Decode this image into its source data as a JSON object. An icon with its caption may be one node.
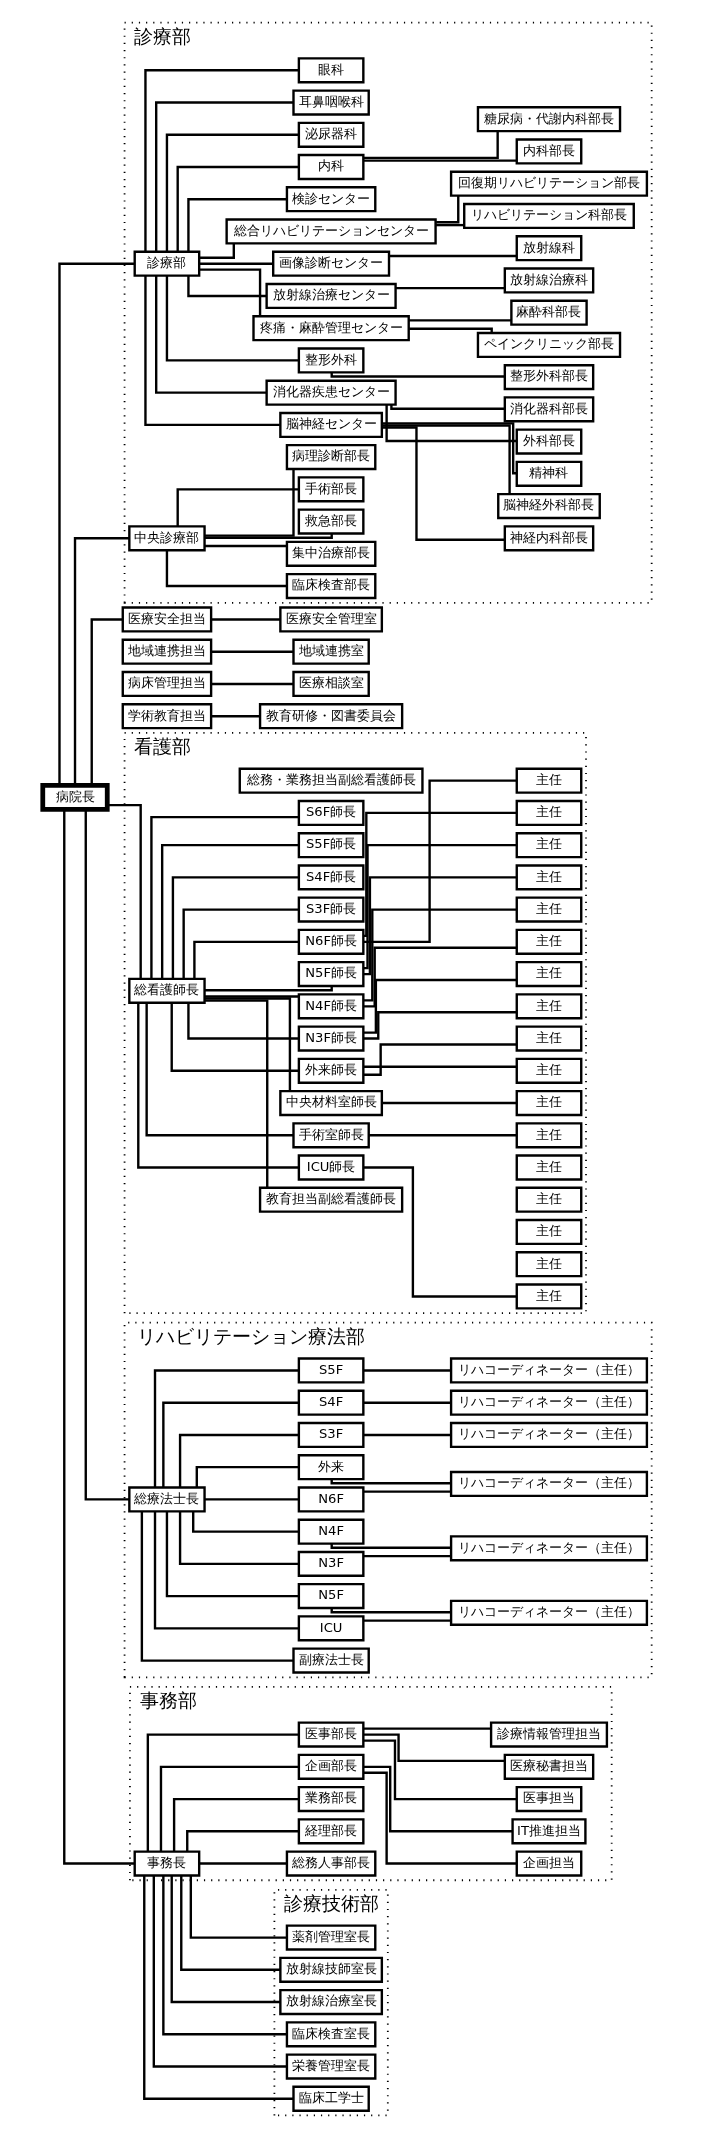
{
  "diagram": {
    "nodes": [
      {
        "text": [
          "病院長"
        ]
      },
      {
        "text": [
          "医療安全担当"
        ]
      },
      {
        "text": [
          "地域連携担当"
        ]
      },
      {
        "text": [
          "病床管理担当"
        ]
      },
      {
        "text": [
          "学術教育担当"
        ]
      },
      {
        "text": [
          "医療安全管理室"
        ]
      },
      {
        "text": [
          "地域連携室"
        ]
      },
      {
        "text": [
          "医療相談室"
        ]
      },
      {
        "text": [
          "教育研修・図書委員会"
        ]
      },
      {
        "text": [
          "診療部"
        ]
      },
      {
        "text": [
          "診療部"
        ],
        "in": 9
      },
      {
        "text": [
          "脳神経センター"
        ],
        "in": 9
      },
      {
        "text": [
          "神経内科部長"
        ],
        "in": 9
      },
      {
        "text": [
          "脳神経外科部長"
        ],
        "in": 9
      },
      {
        "text": [
          "精神科"
        ],
        "in": 9
      },
      {
        "text": [
          "消化器疾患センター"
        ],
        "in": 9
      },
      {
        "text": [
          "外科部長"
        ],
        "in": 9
      },
      {
        "text": [
          "消化器科部長"
        ],
        "in": 9
      },
      {
        "text": [
          "整形外科"
        ],
        "in": 9
      },
      {
        "text": [
          "整形外科部長"
        ],
        "in": 9
      },
      {
        "text": [
          "疼痛・麻酔管理センター"
        ],
        "in": 9
      },
      {
        "text": [
          "ペインクリニック部長"
        ],
        "in": 9
      },
      {
        "text": [
          "麻酔科部長"
        ],
        "in": 9
      },
      {
        "text": [
          "放射線治療センター"
        ],
        "in": 9
      },
      {
        "text": [
          "放射線治療科"
        ],
        "in": 9
      },
      {
        "text": [
          "画像診断センター"
        ],
        "in": 9
      },
      {
        "text": [
          "放射線科"
        ],
        "in": 9
      },
      {
        "text": [
          "総合リハビリテーションセンター"
        ],
        "in": 9
      },
      {
        "text": [
          "リハビリテーション科部長"
        ],
        "in": 9
      },
      {
        "text": [
          "検診センター"
        ],
        "in": 9
      },
      {
        "text": [
          "回復期リハビリテーション部長"
        ],
        "in": 9
      },
      {
        "text": [
          "内科"
        ],
        "in": 9
      },
      {
        "text": [
          "内科部長"
        ],
        "in": 9
      },
      {
        "text": [
          "糖尿病・代謝内科部長"
        ],
        "in": 9
      },
      {
        "text": [
          "泌尿器科"
        ],
        "in": 9
      },
      {
        "text": [
          "耳鼻咽喉科"
        ],
        "in": 9
      },
      {
        "text": [
          "眼科"
        ],
        "in": 9
      },
      {
        "text": [
          "中央診療部"
        ],
        "in": 9
      },
      {
        "text": [
          "臨床検査部長"
        ],
        "in": 9
      },
      {
        "text": [
          "集中治療部長"
        ],
        "in": 9
      },
      {
        "text": [
          "救急部長"
        ],
        "in": 9
      },
      {
        "text": [
          "手術部長"
        ],
        "in": 9
      },
      {
        "text": [
          "病理診断部長"
        ],
        "in": 9
      },
      {
        "text": [
          "看護部"
        ]
      },
      {
        "text": [
          "総看護師長"
        ],
        "in": 43
      },
      {
        "text": [
          "教育担当副総看護師長"
        ],
        "in": 43
      },
      {
        "text": [
          "総務・業務担当副総看護師長"
        ],
        "in": 43
      },
      {
        "text": [
          "ICU師長"
        ],
        "in": 43
      },
      {
        "text": [
          "主任"
        ],
        "in": 43
      },
      {
        "text": [
          "手術室師長"
        ],
        "in": 43
      },
      {
        "text": [
          "主任"
        ],
        "in": 43
      },
      {
        "text": [
          "中央材料室師長"
        ],
        "in": 43
      },
      {
        "text": [
          "主任"
        ],
        "in": 43
      },
      {
        "text": [
          "外来師長"
        ],
        "in": 43
      },
      {
        "text": [
          "主任"
        ],
        "in": 43
      },
      {
        "text": [
          "主任"
        ],
        "in": 43
      },
      {
        "text": [
          "N3F師長"
        ],
        "in": 43
      },
      {
        "text": [
          "主任"
        ],
        "in": 43
      },
      {
        "text": [
          "主任"
        ],
        "in": 43
      },
      {
        "text": [
          "N4F師長"
        ],
        "in": 43
      },
      {
        "text": [
          "主任"
        ],
        "in": 43
      },
      {
        "text": [
          "主任"
        ],
        "in": 43
      },
      {
        "text": [
          "N5F師長"
        ],
        "in": 43
      },
      {
        "text": [
          "主任"
        ],
        "in": 43
      },
      {
        "text": [
          "主任"
        ],
        "in": 43
      },
      {
        "text": [
          "N6F師長"
        ],
        "in": 43
      },
      {
        "text": [
          "主任"
        ],
        "in": 43
      },
      {
        "text": [
          "主任"
        ],
        "in": 43
      },
      {
        "text": [
          "S3F師長"
        ],
        "in": 43
      },
      {
        "text": [
          "主任"
        ],
        "in": 43
      },
      {
        "text": [
          "S4F師長"
        ],
        "in": 43
      },
      {
        "text": [
          "主任"
        ],
        "in": 43
      },
      {
        "text": [
          "S5F師長"
        ],
        "in": 43
      },
      {
        "text": [
          "主任"
        ],
        "in": 43
      },
      {
        "text": [
          "S6F師長"
        ],
        "in": 43
      },
      {
        "text": [
          "主任"
        ],
        "in": 43
      },
      {
        "text": [
          "リハビリテーション療法部"
        ]
      },
      {
        "text": [
          "総療法士長"
        ],
        "in": 76
      },
      {
        "text": [
          "副療法士長"
        ],
        "in": 76
      },
      {
        "text": [
          "ICU"
        ],
        "in": 76
      },
      {
        "text": [
          "N5F"
        ],
        "in": 76
      },
      {
        "text": [
          "リハコーディネーター（主任）"
        ],
        "in": 76
      },
      {
        "text": [
          "N3F"
        ],
        "in": 76
      },
      {
        "text": [
          "N4F"
        ],
        "in": 76
      },
      {
        "text": [
          "リハコーディネーター（主任）"
        ],
        "in": 76
      },
      {
        "text": [
          "N6F"
        ],
        "in": 76
      },
      {
        "text": [
          "外来"
        ],
        "in": 76
      },
      {
        "text": [
          "リハコーディネーター（主任）"
        ],
        "in": 76
      },
      {
        "text": [
          "S3F"
        ],
        "in": 76
      },
      {
        "text": [
          "リハコーディネーター（主任）"
        ],
        "in": 76
      },
      {
        "text": [
          "S4F"
        ],
        "in": 76
      },
      {
        "text": [
          "リハコーディネーター（主任）"
        ],
        "in": 76
      },
      {
        "text": [
          "S5F"
        ],
        "in": 76
      },
      {
        "text": [
          "リハコーディネーター（主任）"
        ],
        "in": 76
      },
      {
        "text": [
          "診療技術部"
        ]
      },
      {
        "text": [
          "薬剤管理室長"
        ],
        "in": 94
      },
      {
        "text": [
          "放射線技師室長"
        ],
        "in": 94
      },
      {
        "text": [
          "放射線治療室長"
        ],
        "in": 94
      },
      {
        "text": [
          "臨床検査室長"
        ],
        "in": 94
      },
      {
        "text": [
          "栄養管理室長"
        ],
        "in": 94
      },
      {
        "text": [
          "臨床工学士"
        ],
        "in": 94
      },
      {
        "text": [
          "事務部"
        ]
      },
      {
        "text": [
          "事務長"
        ],
        "in": 101
      },
      {
        "text": [
          "総務人事部長"
        ],
        "in": 101
      },
      {
        "text": [
          "経理部長"
        ],
        "in": 101
      },
      {
        "text": [
          "業務部長"
        ],
        "in": 101
      },
      {
        "text": [
          "企画部長"
        ],
        "in": 101
      },
      {
        "text": [
          "企画担当"
        ],
        "in": 101
      },
      {
        "text": [
          "IT推進担当"
        ],
        "in": 101
      },
      {
        "text": [
          "医事部長"
        ],
        "in": 101
      },
      {
        "text": [
          "医事担当"
        ],
        "in": 101
      },
      {
        "text": [
          "医療秘書担当"
        ],
        "in": 101
      },
      {
        "text": [
          "診療情報管理担当"
        ],
        "in": 101
      }
    ],
    "edges": [
      {
        "from": 0,
        "to": 1,
        "arrow": "none"
      },
      {
        "from": 1,
        "to": 5,
        "arrow": "none"
      },
      {
        "from": 2,
        "to": 6,
        "arrow": "none"
      },
      {
        "from": 3,
        "to": 7,
        "arrow": "none"
      },
      {
        "from": 4,
        "to": 8,
        "arrow": "none"
      },
      {
        "from": 0,
        "to": 10,
        "arrow": "none"
      },
      {
        "from": 0,
        "to": 37,
        "arrow": "none"
      },
      {
        "from": 0,
        "to": 44,
        "arrow": "none"
      },
      {
        "from": 0,
        "to": 77,
        "arrow": "none"
      },
      {
        "from": 0,
        "to": 102,
        "arrow": "none"
      },
      {
        "from": 10,
        "to": 11,
        "arrow": "none"
      },
      {
        "from": 10,
        "to": 15,
        "arrow": "none"
      },
      {
        "from": 10,
        "to": 18,
        "arrow": "none"
      },
      {
        "from": 10,
        "to": 20,
        "arrow": "none"
      },
      {
        "from": 10,
        "to": 23,
        "arrow": "none"
      },
      {
        "from": 10,
        "to": 25,
        "arrow": "none"
      },
      {
        "from": 10,
        "to": 27,
        "arrow": "none"
      },
      {
        "from": 10,
        "to": 29,
        "arrow": "none"
      },
      {
        "from": 10,
        "to": 31,
        "arrow": "none"
      },
      {
        "from": 10,
        "to": 34,
        "arrow": "none"
      },
      {
        "from": 10,
        "to": 35,
        "arrow": "none"
      },
      {
        "from": 10,
        "to": 36,
        "arrow": "none"
      },
      {
        "from": 11,
        "to": 12,
        "arrow": "none"
      },
      {
        "from": 11,
        "to": 13,
        "arrow": "none"
      },
      {
        "from": 11,
        "to": 14,
        "arrow": "none"
      },
      {
        "from": 15,
        "to": 16,
        "arrow": "none"
      },
      {
        "from": 15,
        "to": 17,
        "arrow": "none"
      },
      {
        "from": 18,
        "to": 19,
        "arrow": "none"
      },
      {
        "from": 20,
        "to": 21,
        "arrow": "none"
      },
      {
        "from": 20,
        "to": 22,
        "arrow": "none"
      },
      {
        "from": 23,
        "to": 24,
        "arrow": "none"
      },
      {
        "from": 25,
        "to": 26,
        "arrow": "none"
      },
      {
        "from": 27,
        "to": 28,
        "arrow": "none"
      },
      {
        "from": 27,
        "to": 30,
        "arrow": "none"
      },
      {
        "from": 31,
        "to": 32,
        "arrow": "none"
      },
      {
        "from": 31,
        "to": 33,
        "arrow": "none"
      },
      {
        "from": 37,
        "to": 38,
        "arrow": "none"
      },
      {
        "from": 37,
        "to": 39,
        "arrow": "none"
      },
      {
        "from": 37,
        "to": 40,
        "arrow": "none"
      },
      {
        "from": 37,
        "to": 41,
        "arrow": "none"
      },
      {
        "from": 37,
        "to": 42,
        "arrow": "none"
      },
      {
        "from": 44,
        "to": 45,
        "arrow": "none"
      },
      {
        "from": 44,
        "to": 47,
        "arrow": "none"
      },
      {
        "from": 44,
        "to": 49,
        "arrow": "none"
      },
      {
        "from": 44,
        "to": 51,
        "arrow": "none"
      },
      {
        "from": 44,
        "to": 53,
        "arrow": "none"
      },
      {
        "from": 44,
        "to": 56,
        "arrow": "none"
      },
      {
        "from": 44,
        "to": 59,
        "arrow": "none"
      },
      {
        "from": 44,
        "to": 62,
        "arrow": "none"
      },
      {
        "from": 44,
        "to": 65,
        "arrow": "none"
      },
      {
        "from": 44,
        "to": 68,
        "arrow": "none"
      },
      {
        "from": 44,
        "to": 70,
        "arrow": "none"
      },
      {
        "from": 44,
        "to": 72,
        "arrow": "none"
      },
      {
        "from": 44,
        "to": 74,
        "arrow": "none"
      },
      {
        "from": 47,
        "to": 48,
        "arrow": "none"
      },
      {
        "from": 49,
        "to": 50,
        "arrow": "none"
      },
      {
        "from": 51,
        "to": 52,
        "arrow": "none"
      },
      {
        "from": 53,
        "to": 54,
        "arrow": "none"
      },
      {
        "from": 53,
        "to": 55,
        "arrow": "none"
      },
      {
        "from": 56,
        "to": 57,
        "arrow": "none"
      },
      {
        "from": 56,
        "to": 58,
        "arrow": "none"
      },
      {
        "from": 59,
        "to": 60,
        "arrow": "none"
      },
      {
        "from": 59,
        "to": 61,
        "arrow": "none"
      },
      {
        "from": 62,
        "to": 63,
        "arrow": "none"
      },
      {
        "from": 62,
        "to": 64,
        "arrow": "none"
      },
      {
        "from": 65,
        "to": 66,
        "arrow": "none"
      },
      {
        "from": 65,
        "to": 67,
        "arrow": "none"
      },
      {
        "from": 77,
        "to": 78,
        "arrow": "none"
      },
      {
        "from": 77,
        "to": 79,
        "arrow": "none"
      },
      {
        "from": 77,
        "to": 80,
        "arrow": "none"
      },
      {
        "from": 77,
        "to": 82,
        "arrow": "none"
      },
      {
        "from": 77,
        "to": 83,
        "arrow": "none"
      },
      {
        "from": 77,
        "to": 85,
        "arrow": "none"
      },
      {
        "from": 77,
        "to": 86,
        "arrow": "none"
      },
      {
        "from": 77,
        "to": 88,
        "arrow": "none"
      },
      {
        "from": 77,
        "to": 90,
        "arrow": "none"
      },
      {
        "from": 77,
        "to": 92,
        "arrow": "none"
      },
      {
        "from": 79,
        "to": 81,
        "arrow": "none"
      },
      {
        "from": 80,
        "to": 81,
        "arrow": "none"
      },
      {
        "from": 82,
        "to": 84,
        "arrow": "none"
      },
      {
        "from": 83,
        "to": 84,
        "arrow": "none"
      },
      {
        "from": 85,
        "to": 87,
        "arrow": "none"
      },
      {
        "from": 86,
        "to": 87,
        "arrow": "none"
      },
      {
        "from": 88,
        "to": 89,
        "arrow": "none"
      },
      {
        "from": 90,
        "to": 91,
        "arrow": "none"
      },
      {
        "from": 92,
        "to": 93,
        "arrow": "none"
      },
      {
        "from": 102,
        "to": 95,
        "arrow": "none"
      },
      {
        "from": 102,
        "to": 96,
        "arrow": "none"
      },
      {
        "from": 102,
        "to": 97,
        "arrow": "none"
      },
      {
        "from": 102,
        "to": 98,
        "arrow": "none"
      },
      {
        "from": 102,
        "to": 99,
        "arrow": "none"
      },
      {
        "from": 102,
        "to": 100,
        "arrow": "none"
      },
      {
        "from": 102,
        "to": 103,
        "arrow": "none"
      },
      {
        "from": 102,
        "to": 104,
        "arrow": "none"
      },
      {
        "from": 102,
        "to": 105,
        "arrow": "none"
      },
      {
        "from": 102,
        "to": 106,
        "arrow": "none"
      },
      {
        "from": 102,
        "to": 109,
        "arrow": "none"
      },
      {
        "from": 106,
        "to": 107,
        "arrow": "none"
      },
      {
        "from": 106,
        "to": 108,
        "arrow": "none"
      },
      {
        "from": 109,
        "to": 110,
        "arrow": "none"
      },
      {
        "from": 109,
        "to": 111,
        "arrow": "none"
      },
      {
        "from": 109,
        "to": 112,
        "arrow": "none"
      }
    ]
  }
}
